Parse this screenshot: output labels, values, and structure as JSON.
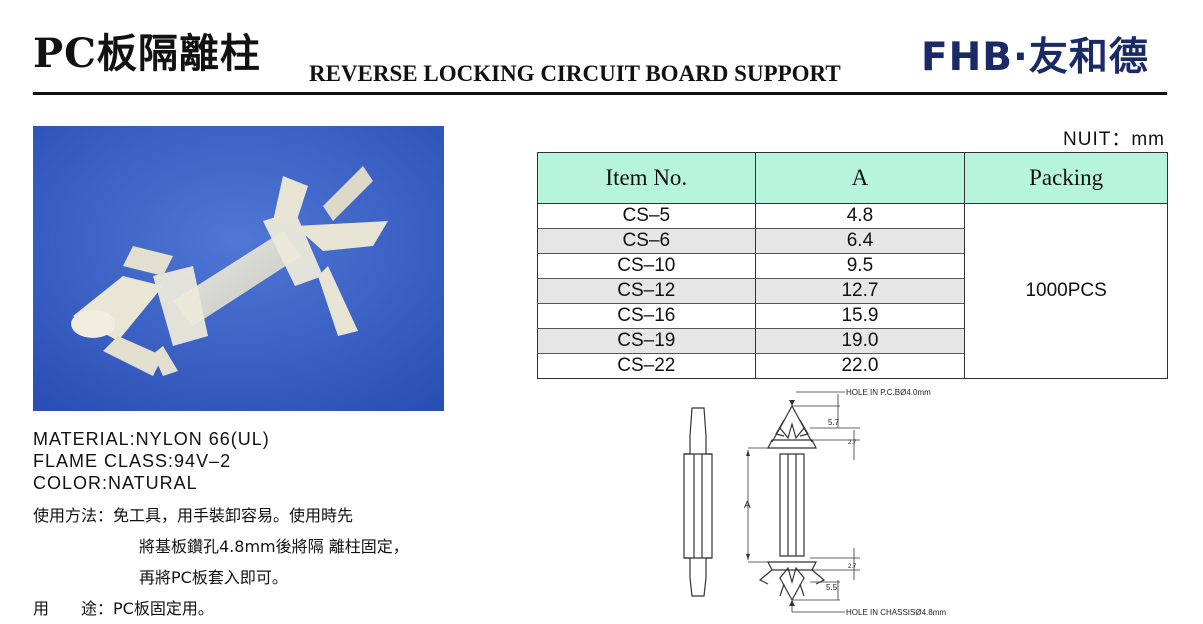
{
  "header": {
    "title_cn": "PC板隔離柱",
    "title_en": "REVERSE LOCKING CIRCUIT BOARD SUPPORT",
    "brand": "FHB·友和德"
  },
  "unit_label": "NUIT：mm",
  "table": {
    "headers": [
      "Item No.",
      "A",
      "Packing"
    ],
    "rows": [
      {
        "item": "CS–5",
        "a": "4.8"
      },
      {
        "item": "CS–6",
        "a": "6.4"
      },
      {
        "item": "CS–10",
        "a": "9.5"
      },
      {
        "item": "CS–12",
        "a": "12.7"
      },
      {
        "item": "CS–16",
        "a": "15.9"
      },
      {
        "item": "CS–19",
        "a": "19.0"
      },
      {
        "item": "CS–22",
        "a": "22.0"
      }
    ],
    "packing": "1000PCS"
  },
  "properties": {
    "material": "MATERIAL:NYLON 66(UL)",
    "flame": "FLAME CLASS:94V–2",
    "color": "COLOR:NATURAL"
  },
  "usage": {
    "method_label": "使用方法：",
    "method_line1": "免工具，用手裝卸容易。使用時先",
    "method_line2": "將基板鑽孔4.8mm後將隔 離柱固定，",
    "method_line3": "再將PC板套入即可。",
    "purpose_label": "用　　途：",
    "purpose_text": "PC板固定用。"
  },
  "drawing": {
    "hole_pcb": "HOLE IN P.C.BØ4.0mm",
    "hole_chassis": "HOLE IN CHASSISØ4.8mm",
    "dim_top": "5.7",
    "dim_top2": "2.7",
    "dim_a": "A",
    "dim_bottom2": "2.7",
    "dim_bottom": "5.5"
  }
}
